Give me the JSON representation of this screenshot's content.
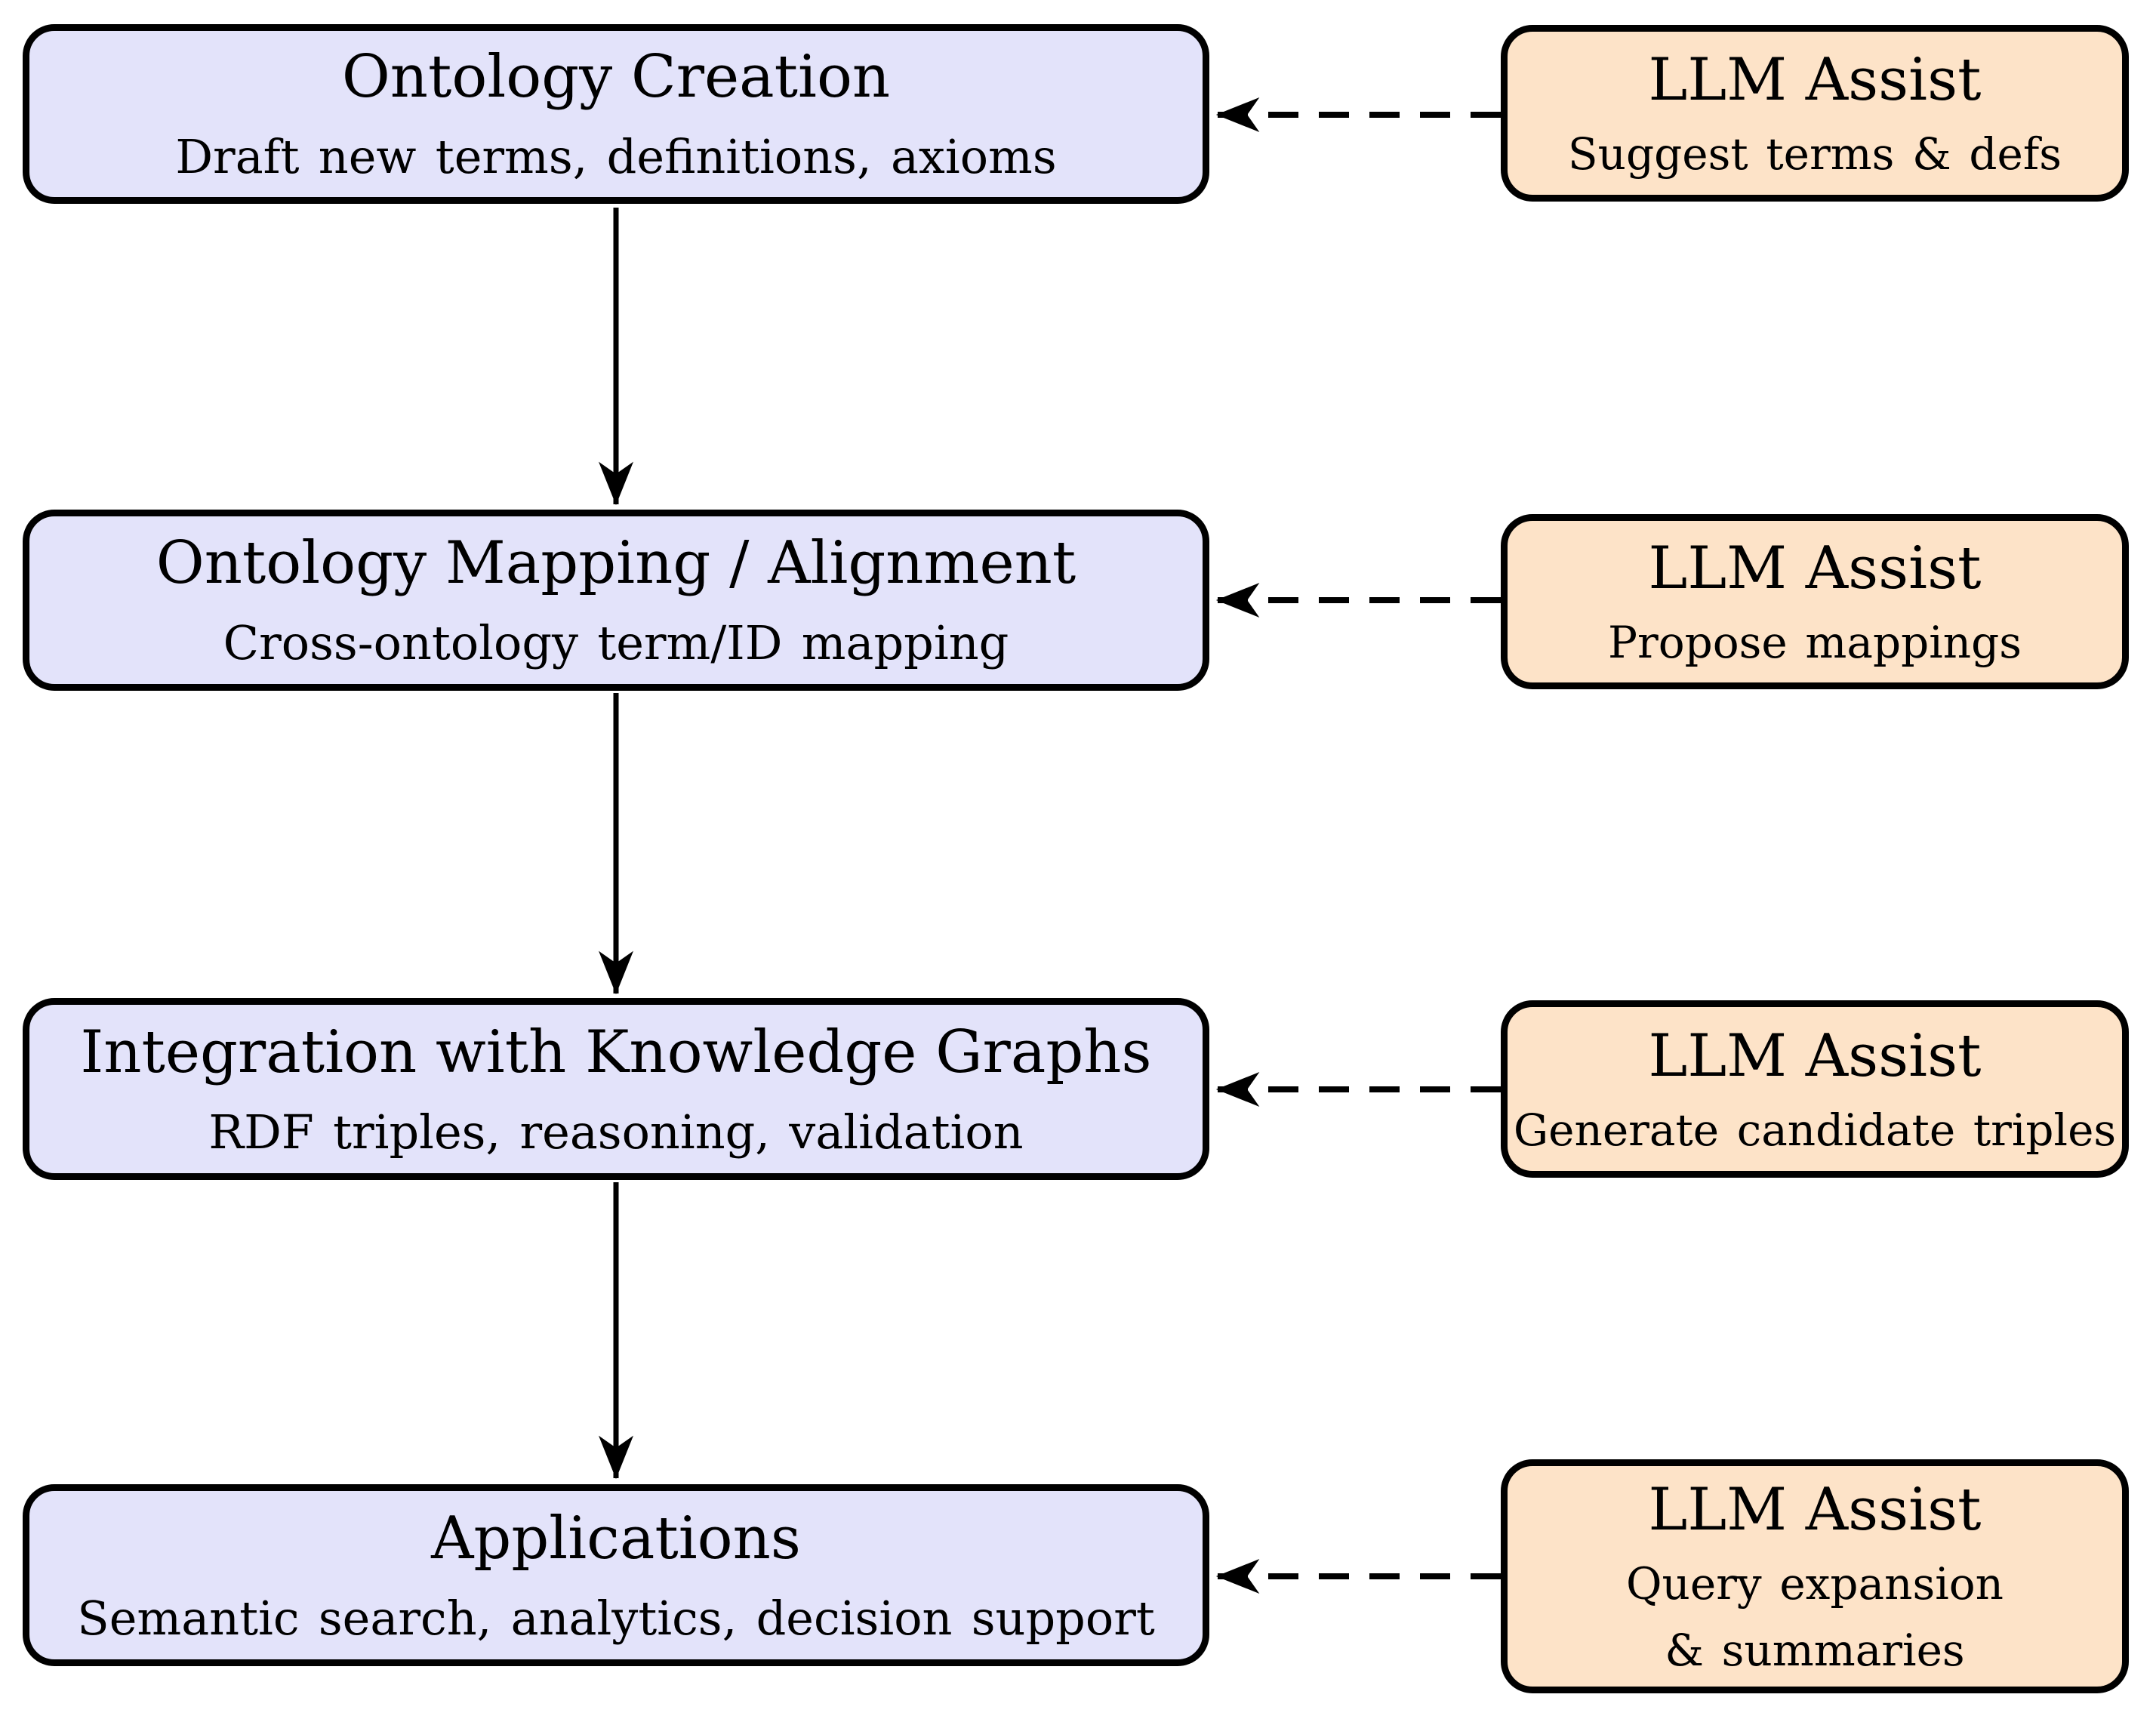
{
  "diagram": {
    "type": "flowchart",
    "background": "#ffffff",
    "colors": {
      "process_fill": "#e3e3fa",
      "assist_fill": "#fde3c8",
      "stroke": "#000000",
      "text": "#000000"
    },
    "process_nodes": [
      {
        "title": "Ontology Creation",
        "subtitle": "Draft new terms, definitions, axioms",
        "next": "Ontology Mapping / Alignment"
      },
      {
        "title": "Ontology Mapping / Alignment",
        "subtitle": "Cross-ontology term/ID mapping",
        "next": "Integration with Knowledge Graphs"
      },
      {
        "title": "Integration with Knowledge Graphs",
        "subtitle": "RDF triples, reasoning, validation",
        "next": "Applications"
      },
      {
        "title": "Applications",
        "subtitle": "Semantic search, analytics, decision support",
        "next": null
      }
    ],
    "assist_nodes": [
      {
        "title": "LLM Assist",
        "lines": [
          "Suggest terms & defs"
        ],
        "assists": "Ontology Creation",
        "arrow_style": "dashed"
      },
      {
        "title": "LLM Assist",
        "lines": [
          "Propose mappings"
        ],
        "assists": "Ontology Mapping / Alignment",
        "arrow_style": "dashed"
      },
      {
        "title": "LLM Assist",
        "lines": [
          "Generate candidate triples"
        ],
        "assists": "Integration with Knowledge Graphs",
        "arrow_style": "dashed"
      },
      {
        "title": "LLM Assist",
        "lines": [
          "Query expansion",
          "& summaries"
        ],
        "assists": "Applications",
        "arrow_style": "dashed"
      }
    ]
  }
}
